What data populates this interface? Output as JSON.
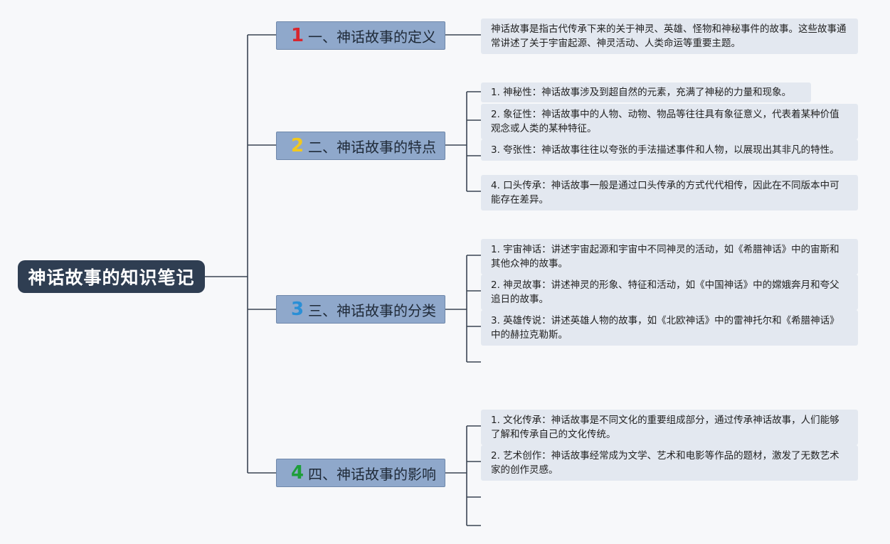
{
  "root": {
    "title": "神话故事的知识笔记"
  },
  "branches": [
    {
      "number": "1",
      "number_color": "#d8262e",
      "title": "一、神话故事的定义",
      "leaves": [
        "神话故事是指古代传承下来的关于神灵、英雄、怪物和神秘事件的故事。这些故事通常讲述了关于宇宙起源、神灵活动、人类命运等重要主题。"
      ]
    },
    {
      "number": "2",
      "number_color": "#f2c81e",
      "title": "二、神话故事的特点",
      "leaves": [
        "1. 神秘性：神话故事涉及到超自然的元素，充满了神秘的力量和现象。",
        "2. 象征性：神话故事中的人物、动物、物品等往往具有象征意义，代表着某种价值观念或人类的某种特征。",
        "3. 夸张性：神话故事往往以夸张的手法描述事件和人物，以展现出其非凡的特性。",
        "4. 口头传承：神话故事一般是通过口头传承的方式代代相传，因此在不同版本中可能存在差异。"
      ]
    },
    {
      "number": "3",
      "number_color": "#2a8fd6",
      "title": "三、神话故事的分类",
      "leaves": [
        "1. 宇宙神话：讲述宇宙起源和宇宙中不同神灵的活动，如《希腊神话》中的宙斯和其他众神的故事。",
        "2. 神灵故事：讲述神灵的形象、特征和活动，如《中国神话》中的嫦娥奔月和夸父追日的故事。",
        "3. 英雄传说：讲述英雄人物的故事，如《北欧神话》中的雷神托尔和《希腊神话》中的赫拉克勒斯。"
      ]
    },
    {
      "number": "4",
      "number_color": "#1e9e3a",
      "title": "四、神话故事的影响",
      "leaves": [
        "1. 文化传承：神话故事是不同文化的重要组成部分，通过传承神话故事，人们能够了解和传承自己的文化传统。",
        "2. 艺术创作：神话故事经常成为文学、艺术和电影等作品的题材，激发了无数艺术家的创作灵感。"
      ]
    }
  ]
}
